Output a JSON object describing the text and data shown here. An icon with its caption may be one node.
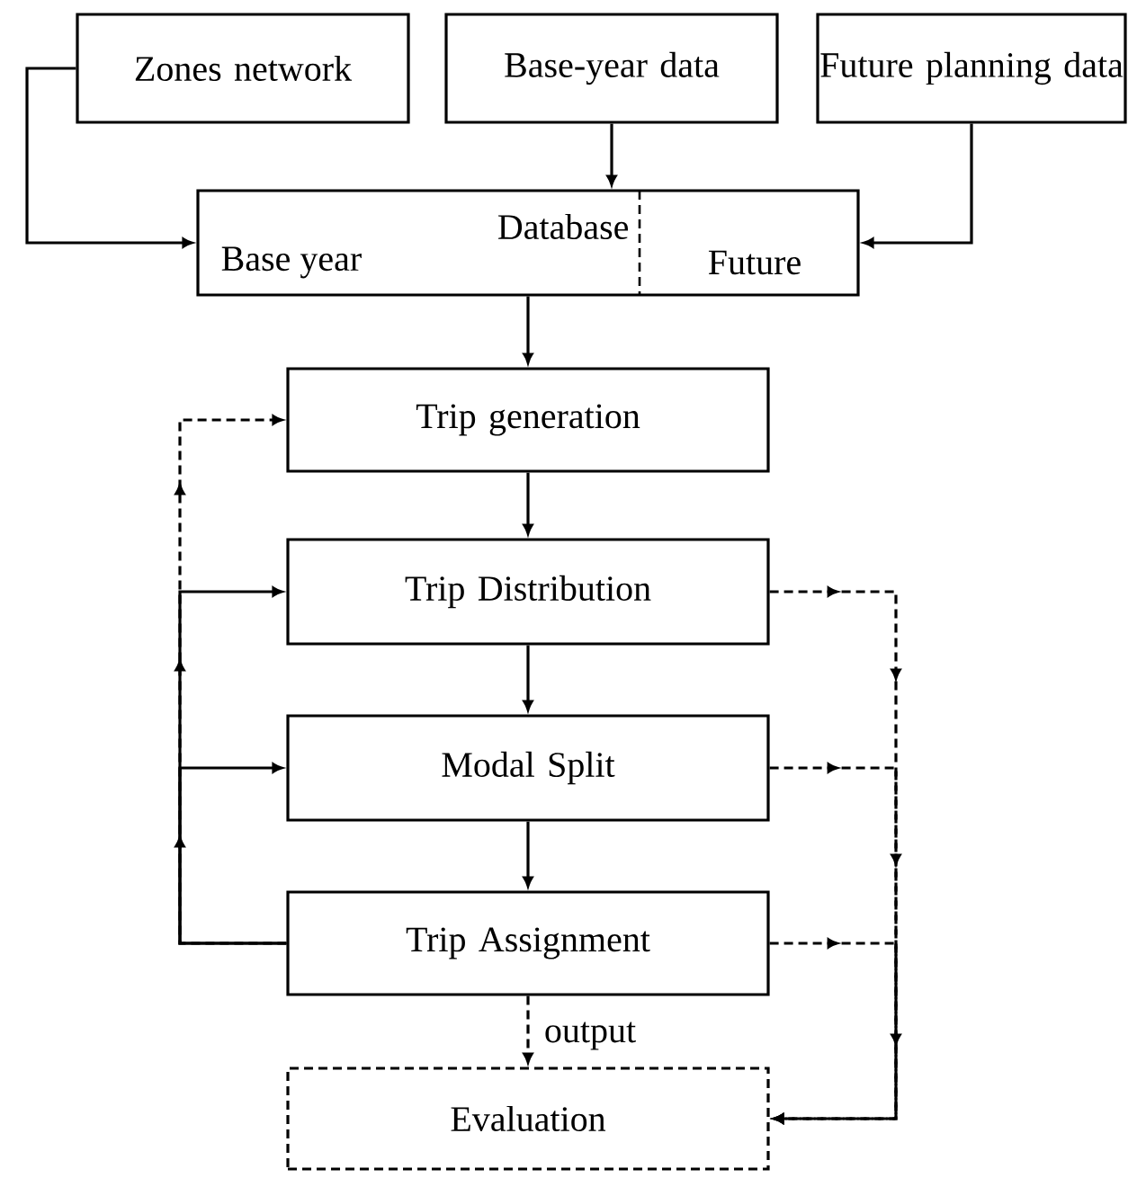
{
  "diagram": {
    "nodes": [
      {
        "text": [
          "Zones network"
        ]
      },
      {
        "text": [
          "Base-year data"
        ]
      },
      {
        "text": [
          "Future planning data"
        ]
      },
      {
        "text": [
          "Database",
          "Base year",
          "Future"
        ]
      },
      {
        "text": [
          "Trip generation"
        ]
      },
      {
        "text": [
          "Trip Distribution"
        ]
      },
      {
        "text": [
          "Modal Split"
        ]
      },
      {
        "text": [
          "Trip Assignment"
        ]
      },
      {
        "text": [
          "Evaluation"
        ]
      }
    ],
    "edges": [
      {
        "from": 0,
        "to": 3,
        "arrow": "to"
      },
      {
        "from": 1,
        "to": 3,
        "arrow": "to"
      },
      {
        "from": 2,
        "to": 3,
        "arrow": "to"
      },
      {
        "from": 3,
        "to": 4,
        "arrow": "to"
      },
      {
        "from": 4,
        "to": 5,
        "arrow": "to"
      },
      {
        "from": 5,
        "to": 6,
        "arrow": "to"
      },
      {
        "from": 6,
        "to": 7,
        "arrow": "to"
      },
      {
        "from": 7,
        "to": 8,
        "arrow": "to",
        "style": "dashed",
        "label": "output"
      },
      {
        "from": 7,
        "to": 6,
        "arrow": "to"
      },
      {
        "from": 7,
        "to": 5,
        "arrow": "to"
      },
      {
        "from": 7,
        "to": 4,
        "arrow": "to",
        "style": "dashed"
      },
      {
        "from": 5,
        "to": 8,
        "arrow": "to",
        "style": "dashed"
      },
      {
        "from": 6,
        "to": 8,
        "arrow": "to",
        "style": "dashed"
      },
      {
        "from": 7,
        "to": 8,
        "arrow": "to",
        "style": "dashed"
      }
    ]
  }
}
